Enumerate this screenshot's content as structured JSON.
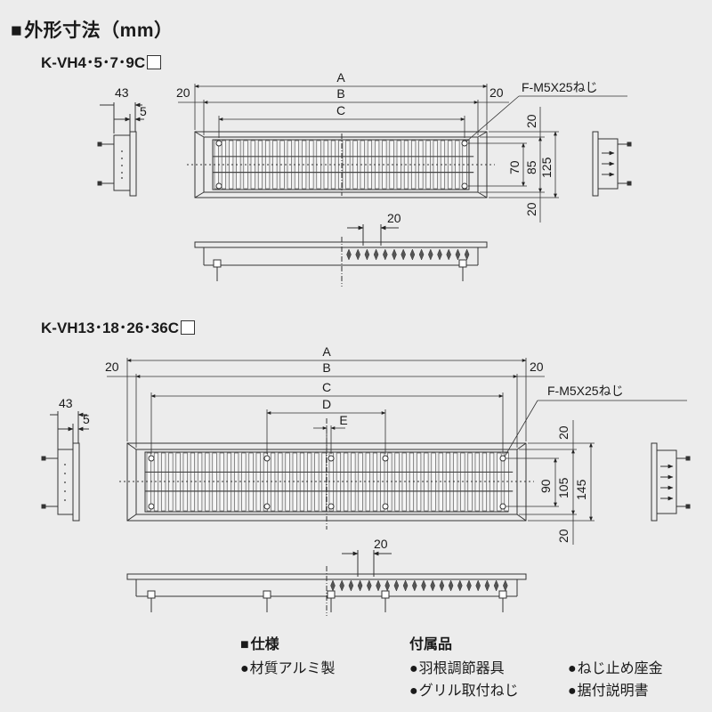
{
  "title": "外形寸法（mm）",
  "models": [
    {
      "label": "K-VH4･5･7･9C",
      "dims_h": {
        "A": "A",
        "B": "B",
        "C": "C",
        "side_left": "20",
        "side_right": "20"
      },
      "screw_label": "F-M5X25ねじ",
      "dims_v": {
        "top": "20",
        "inner": "70",
        "mid": "85",
        "outer": "125",
        "bottom": "20"
      },
      "side_dims": {
        "depth": "43",
        "flange": "5"
      },
      "pitch": "20"
    },
    {
      "label": "K-VH13･18･26･36C",
      "dims_h": {
        "A": "A",
        "B": "B",
        "C": "C",
        "D": "D",
        "E": "E",
        "side_left": "20",
        "side_right": "20"
      },
      "screw_label": "F-M5X25ねじ",
      "dims_v": {
        "top": "20",
        "inner": "90",
        "mid": "105",
        "outer": "145",
        "bottom": "20"
      },
      "side_dims": {
        "depth": "43",
        "flange": "5"
      },
      "pitch": "20"
    }
  ],
  "spec": {
    "heading": "仕様",
    "items": [
      "材質アルミ製"
    ]
  },
  "accessories": {
    "heading": "付属品",
    "items": [
      "羽根調節器具",
      "ねじ止め座金",
      "グリル取付ねじ",
      "据付説明書"
    ]
  }
}
